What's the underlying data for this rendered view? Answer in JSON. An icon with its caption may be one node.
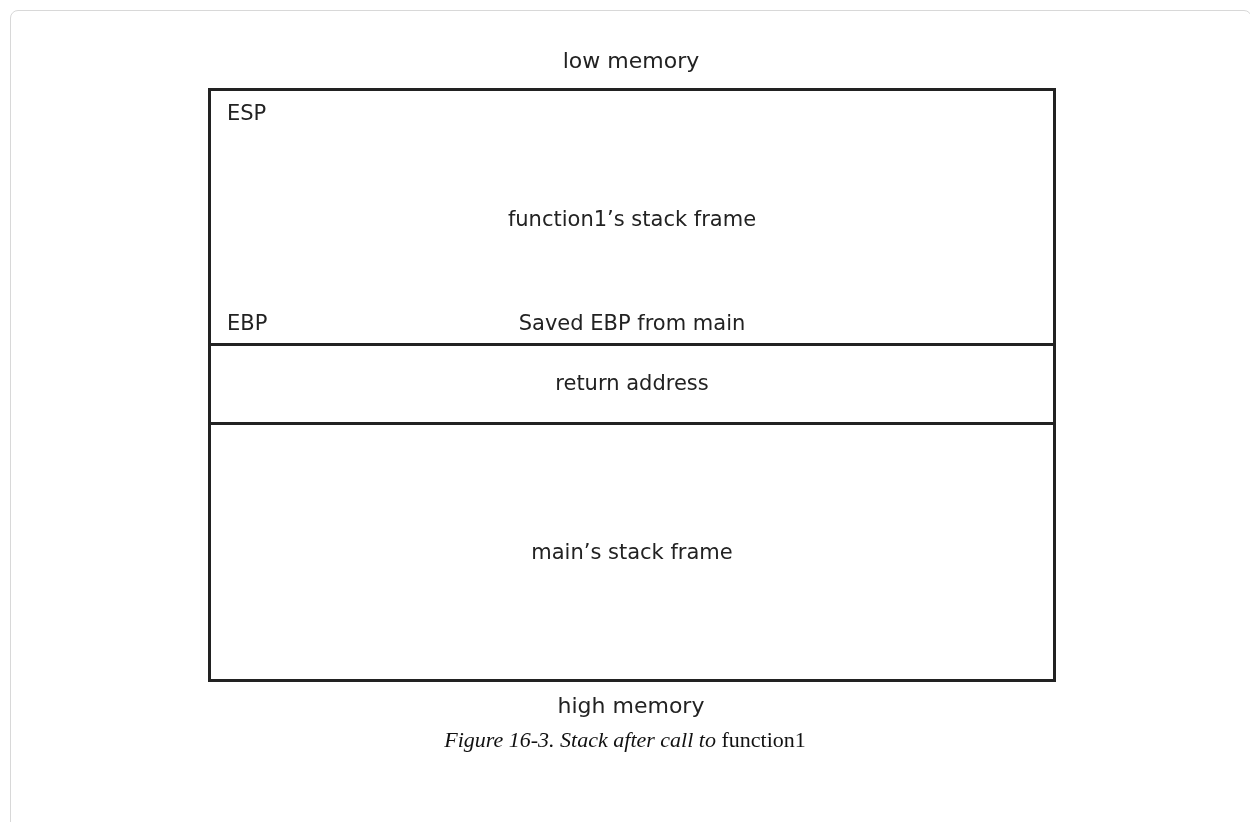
{
  "diagram": {
    "caption": "*Figure 16-3. Stack after call to* function1",
    "nodes": [
      {
        "text": [
          "ESP",
          "function1’s stack frame",
          "EBP",
          "Saved EBP from main"
        ]
      },
      {
        "text": [
          "return address"
        ]
      },
      {
        "text": [
          "main’s stack frame"
        ]
      }
    ],
    "edges": [],
    "labels": [
      "low memory",
      "high memory"
    ]
  }
}
